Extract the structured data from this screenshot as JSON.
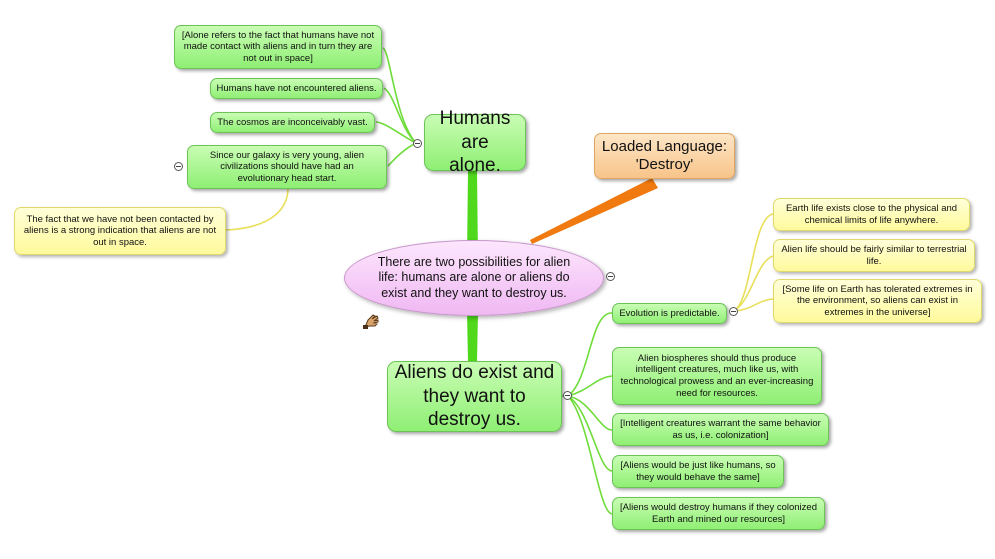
{
  "map": {
    "center": "There are two possibilities for alien life: humans are alone or aliens do exist and they want to destroy us.",
    "humans_alone": "Humans are alone.",
    "aliens_exist": "Aliens do exist and they want to destroy us.",
    "loaded_language": "Loaded Language: 'Destroy'",
    "left": {
      "alone_def": "[Alone refers to the fact that humans have not made contact with aliens and in turn they are not out in space]",
      "not_encountered": "Humans have not encountered aliens.",
      "cosmos_vast": "The cosmos are inconceivably vast.",
      "galaxy_young": "Since our galaxy is very young, alien civilizations should have had an evolutionary head start.",
      "not_contacted": "The fact that we have not been contacted by aliens is a strong indication that aliens are not out in space."
    },
    "right": {
      "evolution": "Evolution is predictable.",
      "earth_limits": "Earth life exists close to the physical and chemical limits of life anywhere.",
      "similar_life": "Alien life should be fairly similar to terrestrial life.",
      "extremes": "[Some life on Earth has tolerated extremes in the environment, so aliens can exist in extremes in the universe]",
      "biospheres": "Alien biospheres should thus produce intelligent creatures, much like us, with technological prowess and an ever-increasing need for resources.",
      "colonization": "[Intelligent creatures warrant the same behavior as us, i.e. colonization]",
      "like_humans": "[Aliens would be just like humans, so they would behave the same]",
      "destroy_humans": "[Aliens would destroy humans if they colonized Earth and mined our resources]"
    }
  },
  "colors": {
    "green_line": "#6fdc3a",
    "yellow_line": "#e8df5a",
    "orange_line": "#f07a10",
    "center_fill": "#f5d0f7",
    "green_node": "#a8f591",
    "yellow_node": "#fffbb0",
    "orange_node": "#fad6a6"
  }
}
